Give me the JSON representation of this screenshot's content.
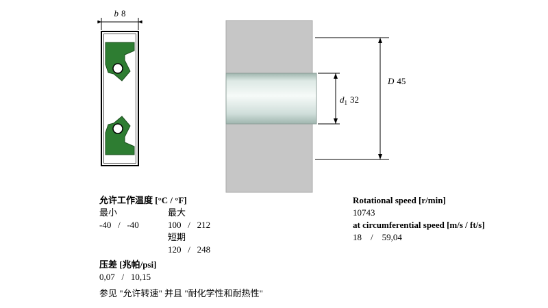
{
  "dimensions": {
    "width_letter": "b",
    "width_value": "8",
    "outer_letter": "D",
    "outer_value": "45",
    "shaft_letter": "d",
    "shaft_sub": "1",
    "shaft_value": "32"
  },
  "temperature": {
    "title": "允许工作温度 [°C / °F]",
    "min_label": "最小",
    "max_label": "最大",
    "min_value": "-40   /   -40",
    "max_value": "100   /   212",
    "short_term_label": "短期",
    "short_term_value": "120   /   248"
  },
  "pressure": {
    "title": "压差 [兆帕/psi]",
    "value": "0,07   /   10,15"
  },
  "note": "参见 \"允许转速\" 并且 \"耐化学性和耐热性\"",
  "speed": {
    "rotational_label": "Rotational speed [r/min]",
    "rotational_value": "10743",
    "circumferential_label": "at circumferential speed [m/s / ft/s]",
    "circumferential_value": "18    /    59,04"
  },
  "colors": {
    "seal_green": "#2e7d32",
    "housing_gray": "#c6c6c6"
  }
}
